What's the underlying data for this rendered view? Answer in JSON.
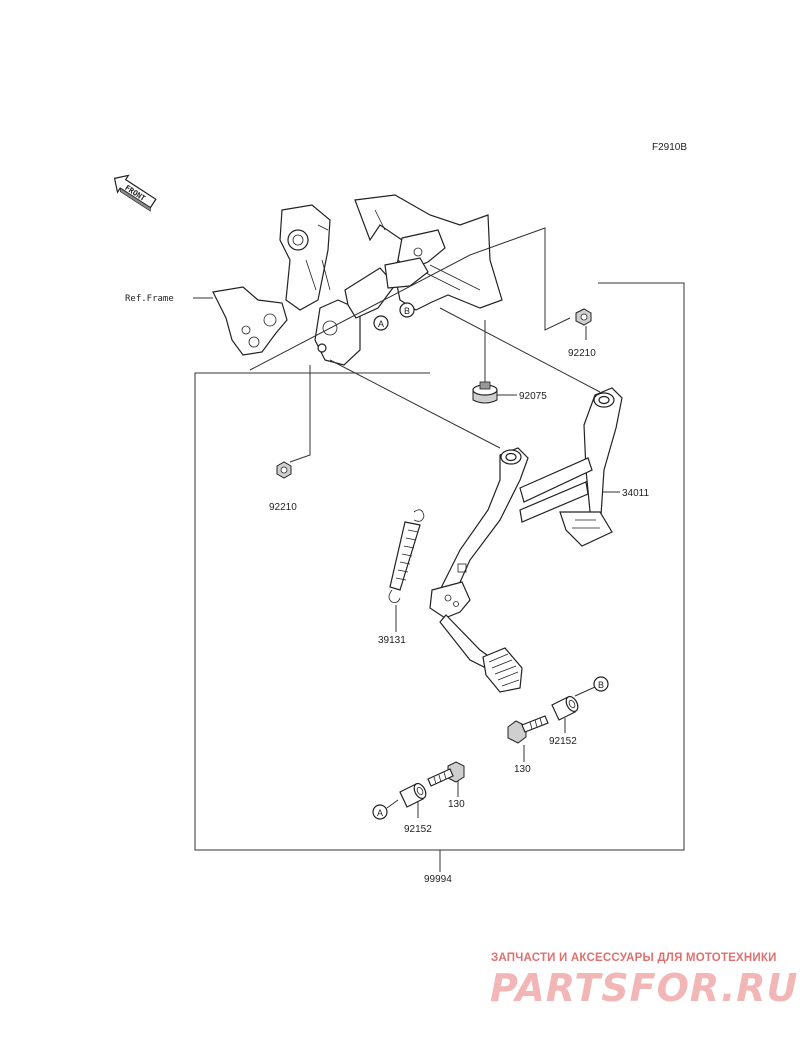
{
  "diagram": {
    "figure_code": "F2910B",
    "front_label": "FRONT",
    "ref_frame_label": "Ref.Frame",
    "callouts": {
      "a": "A",
      "b": "B"
    },
    "parts": {
      "p92210_upper": "92210",
      "p92075": "92075",
      "p34011": "34011",
      "p92210_lower": "92210",
      "p39131": "39131",
      "p92152_right": "92152",
      "p130_right": "130",
      "p130_left": "130",
      "p92152_left": "92152",
      "p99994": "99994"
    }
  },
  "watermark": {
    "tagline": "ЗАПЧАСТИ И АКСЕССУАРЫ ДЛЯ МОТОТЕХНИКИ",
    "logo": "PARTSFOR.RU"
  }
}
